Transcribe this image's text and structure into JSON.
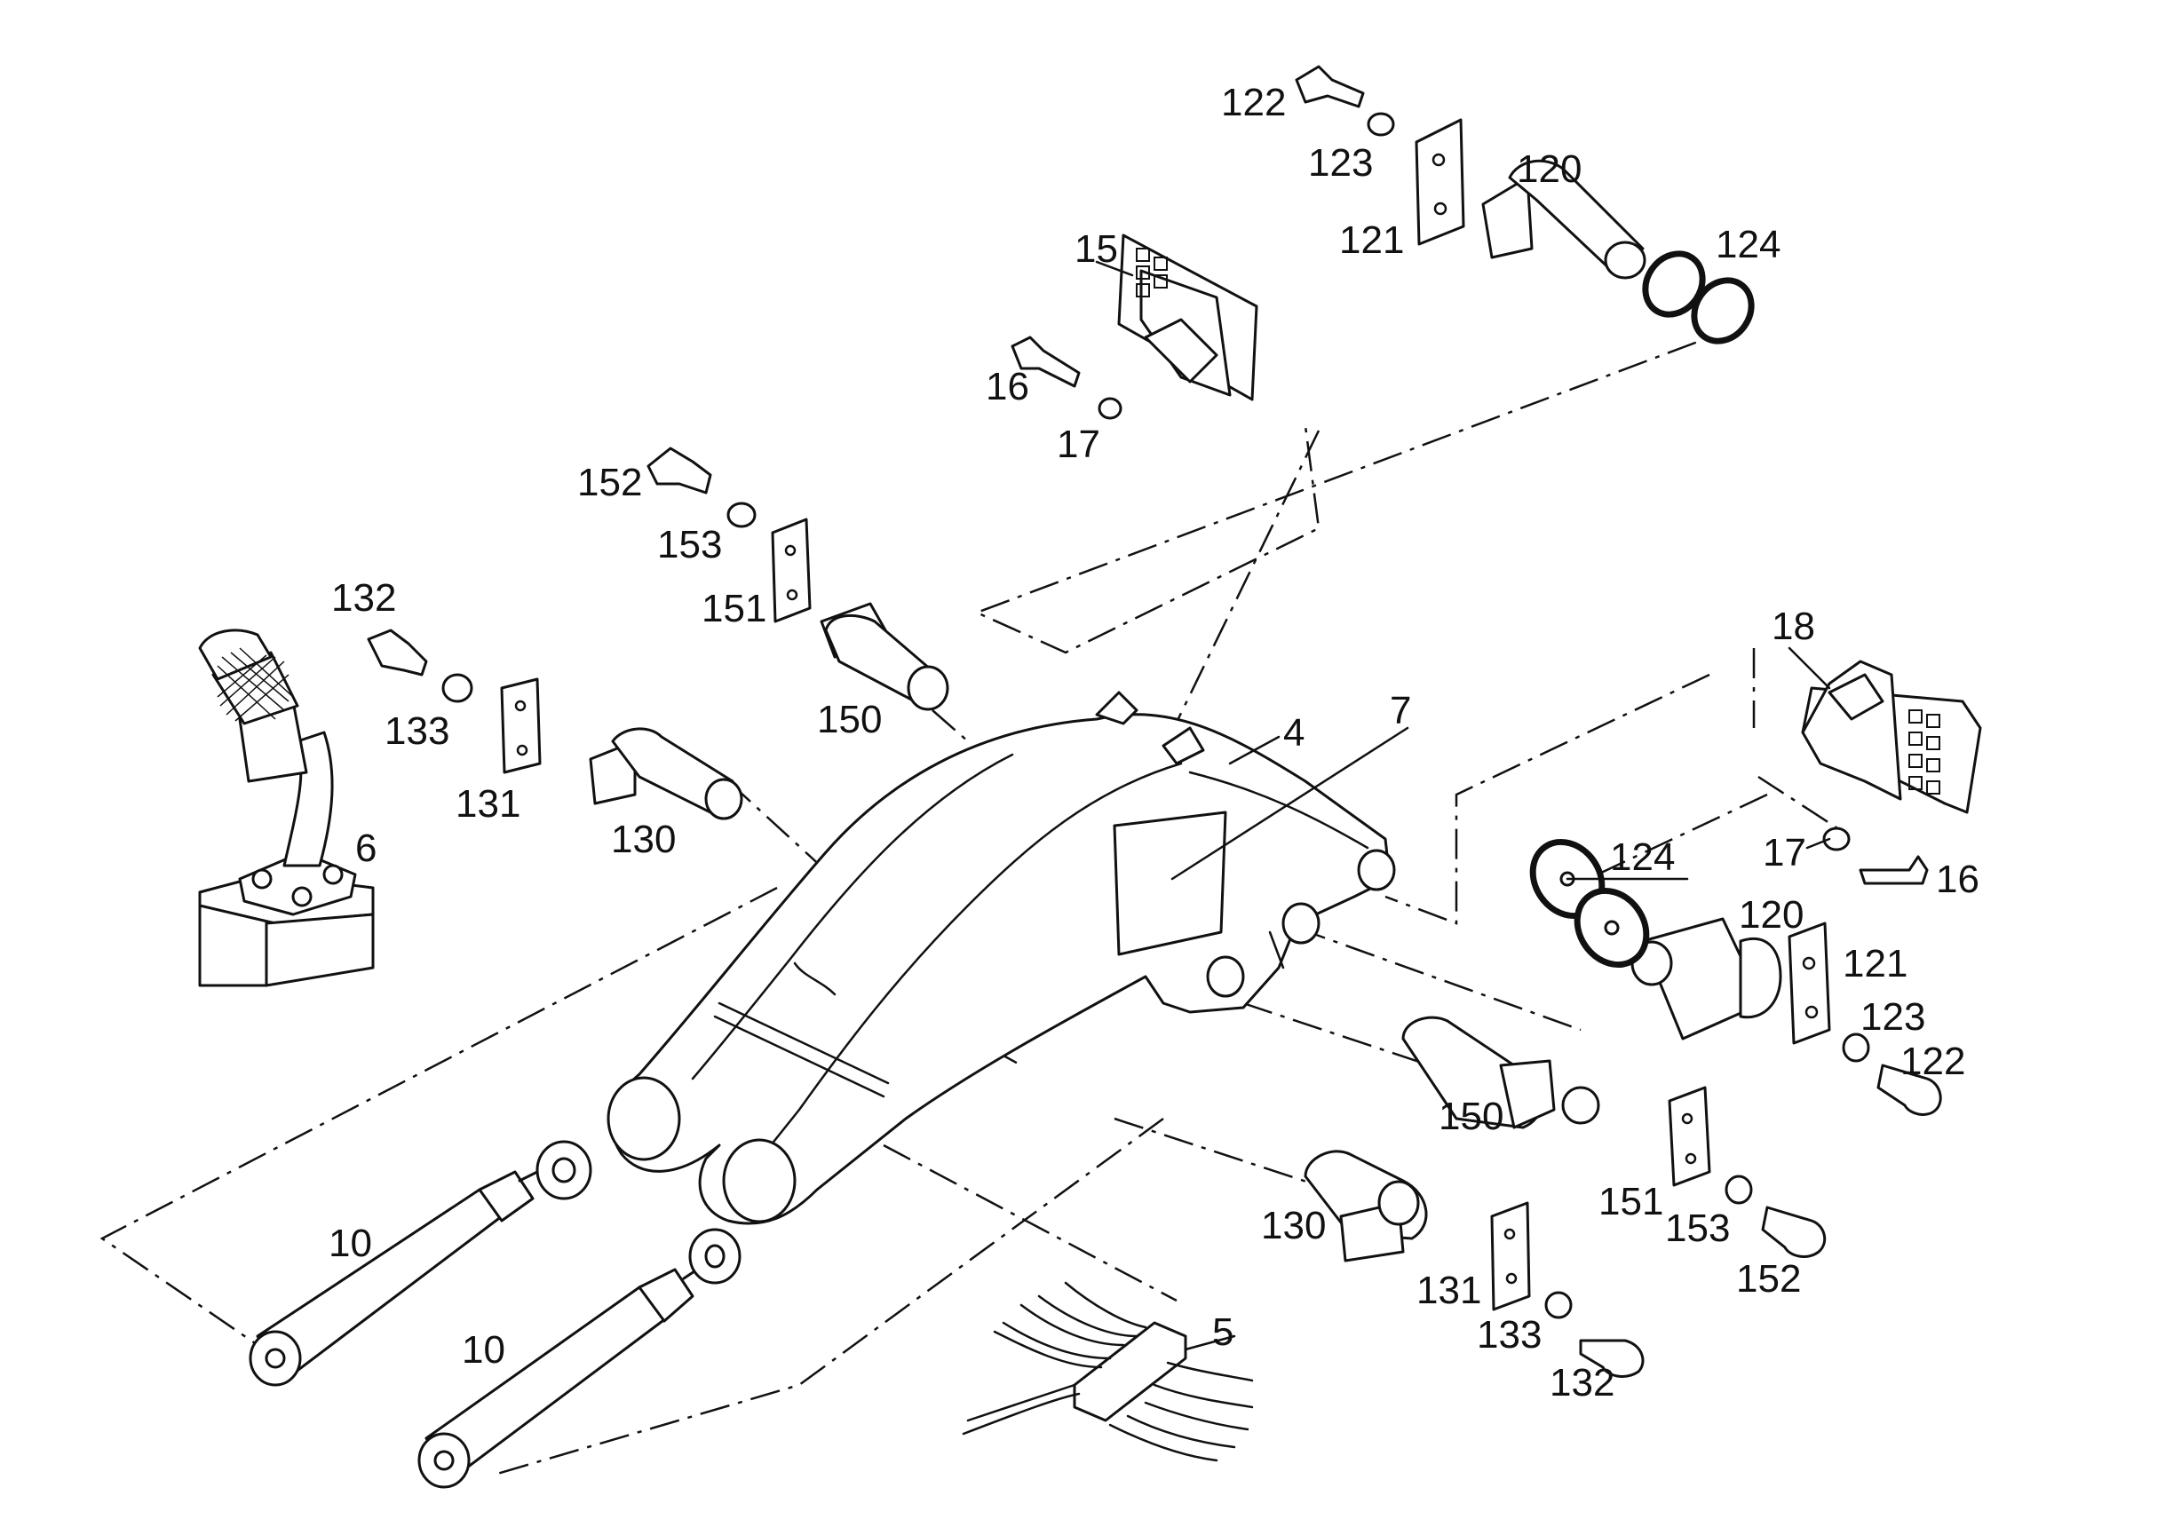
{
  "diagram": {
    "callouts": {
      "c4": "4",
      "c5": "5",
      "c6": "6",
      "c7": "7",
      "c10a": "10",
      "c10b": "10",
      "c15": "15",
      "c16a": "16",
      "c16b": "16",
      "c17a": "17",
      "c17b": "17",
      "c18": "18",
      "c120a": "120",
      "c120b": "120",
      "c121a": "121",
      "c121b": "121",
      "c122a": "122",
      "c122b": "122",
      "c123a": "123",
      "c123b": "123",
      "c124a": "124",
      "c124b": "124",
      "c130a": "130",
      "c130b": "130",
      "c131a": "131",
      "c131b": "131",
      "c132a": "132",
      "c132b": "132",
      "c133a": "133",
      "c133b": "133",
      "c150a": "150",
      "c150b": "150",
      "c151a": "151",
      "c151b": "151",
      "c152a": "152",
      "c152b": "152",
      "c153a": "153",
      "c153b": "153"
    }
  }
}
